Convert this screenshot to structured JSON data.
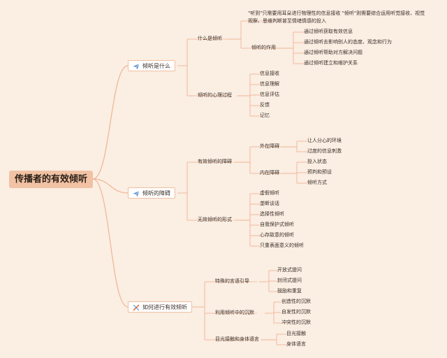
{
  "colors": {
    "background": "#fbeee3",
    "line": "#efb595",
    "root_fill": "#f1c2a4",
    "icon_blue": "#5b8fd6",
    "icon_orange": "#e7753a"
  },
  "root": "传播者的有效倾听",
  "branches": [
    {
      "label": "倾听是什么",
      "icon": "paper-plane-icon",
      "children": [
        {
          "label": "什么是倾听",
          "children": [
            {
              "label": "\"听到\"只需要用耳朵进行物理性的信息接收 \"倾听\"则需要综合运用听觉接收、视觉观察、思维判断甚至情绪情感的投入"
            },
            {
              "label": "倾听的作用",
              "children": [
                "通过倾听获取有效信息",
                "通过倾听去影响别人的态度、观念和行为",
                "通过倾听帮助对方解决问题",
                "通过倾听建立和维护关系"
              ]
            }
          ]
        },
        {
          "label": "倾听的心理过程",
          "children": [
            "信息接收",
            "信息理解",
            "信息评估",
            "反馈",
            "记忆"
          ]
        }
      ]
    },
    {
      "label": "倾听的障碍",
      "icon": "paper-plane-icon",
      "children": [
        {
          "label": "有效倾听的障碍",
          "children": [
            {
              "label": "外在障碍",
              "children": [
                "让人分心的环境",
                "过度的信息刺激"
              ]
            },
            {
              "label": "内在障碍",
              "children": [
                "投入状态",
                "预判和预设",
                "倾听方式"
              ]
            }
          ]
        },
        {
          "label": "无效倾听的形式",
          "children": [
            "虚假倾听",
            "垄断谈话",
            "选择性倾听",
            "自我保护式倾听",
            "心存敌意的倾听",
            "只重表面意义的倾听"
          ]
        }
      ]
    },
    {
      "label": "如何进行有效倾听",
      "icon": "tools-icon",
      "children": [
        {
          "label": "特殊的言语引导",
          "children": [
            "开放式提问",
            "封闭式提问",
            "鼓励和重复"
          ]
        },
        {
          "label": "利用倾听中的沉默",
          "children": [
            "创造性的沉默",
            "自发性的沉默",
            "冲突性的沉默"
          ]
        },
        {
          "label": "目光接触和身体语言",
          "children": [
            "目光接触",
            "身体语言"
          ]
        }
      ]
    }
  ]
}
